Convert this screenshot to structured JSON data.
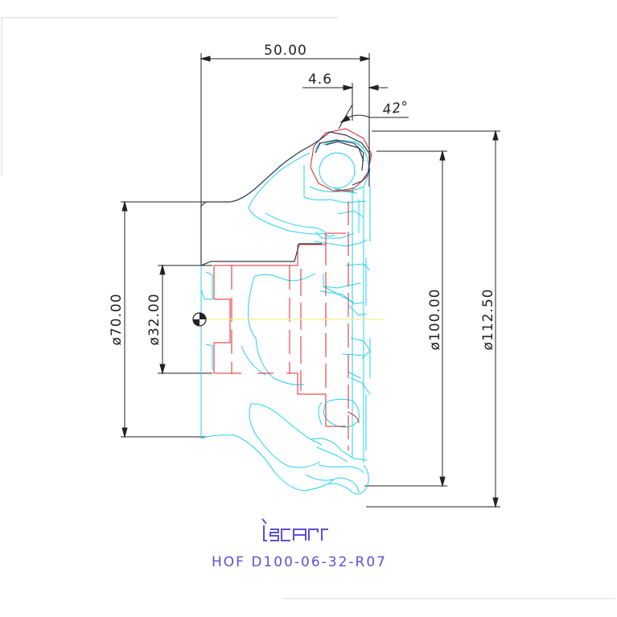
{
  "dimensions": {
    "width_top": "50.00",
    "offset": "4.6",
    "angle": "42°",
    "dia_70": "ø70.00",
    "dia_32": "ø32.00",
    "dia_100": "ø100.00",
    "dia_112": "ø112.50"
  },
  "logo_text": "iscar",
  "part_code": "HOF D100-06-32-R07",
  "colors": {
    "outline": "#2a3a4a",
    "cyan": "#22d3ee",
    "red": "#e0242a",
    "yellow": "#f2f08a",
    "brand": "#5b4fd8"
  }
}
